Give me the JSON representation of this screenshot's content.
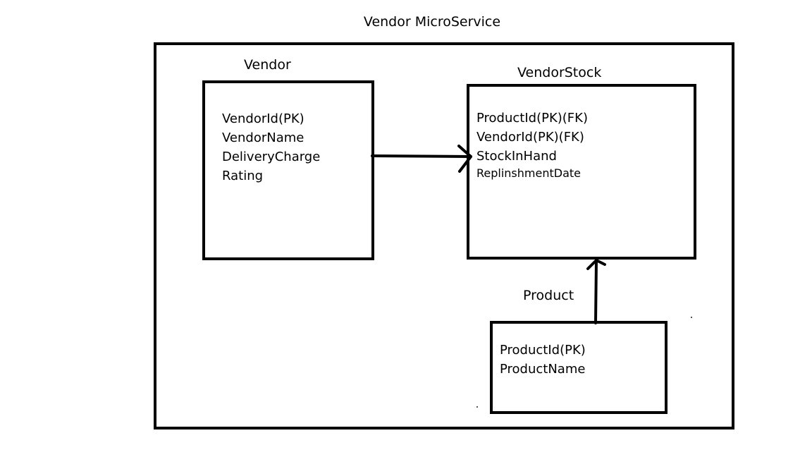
{
  "diagram": {
    "title": "Vendor MicroService",
    "entities": {
      "vendor": {
        "name": "Vendor",
        "fields": [
          "VendorId(PK)",
          "VendorName",
          "DeliveryCharge",
          "Rating"
        ]
      },
      "vendorstock": {
        "name": "VendorStock",
        "fields": [
          "ProductId(PK)(FK)",
          "VendorId(PK)(FK)",
          "StockInHand",
          "ReplinshmentDate"
        ]
      },
      "product": {
        "name": "Product",
        "fields": [
          "ProductId(PK)",
          "ProductName"
        ]
      }
    },
    "relationships": [
      {
        "from": "Vendor",
        "to": "VendorStock"
      },
      {
        "from": "Product",
        "to": "VendorStock"
      }
    ]
  }
}
